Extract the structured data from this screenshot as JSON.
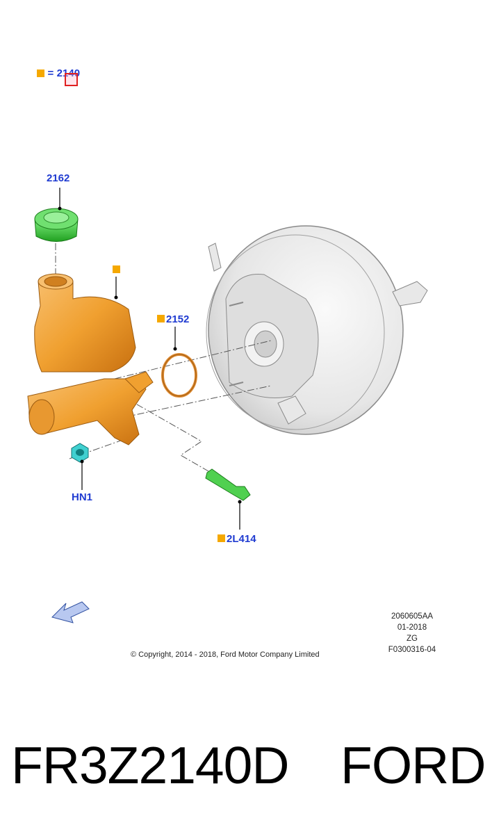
{
  "legend": {
    "equals": "=",
    "code": "2140",
    "square_color": "#f5a800"
  },
  "callouts": {
    "c2162": "2162",
    "c2152": "2152",
    "chn1": "HN1",
    "c2l414": "2L414"
  },
  "drawing_info": {
    "line1": "2060605AA",
    "line2": "01-2018",
    "line3": "ZG",
    "line4": "F0300316-04"
  },
  "copyright": "© Copyright, 2014 - 2018, Ford Motor Company Limited",
  "footer": {
    "part_number": "FR3Z2140D",
    "brand": "FORD"
  },
  "colors": {
    "callout_blue": "#1f3bd1",
    "reservoir_orange": "#f0a030",
    "cap_green": "#3cc83c",
    "nut_cyan": "#30c8c8",
    "sensor_green": "#50d050",
    "booster_grey": "#e4e4e4"
  },
  "icons": [
    "orientation-arrow-icon"
  ]
}
